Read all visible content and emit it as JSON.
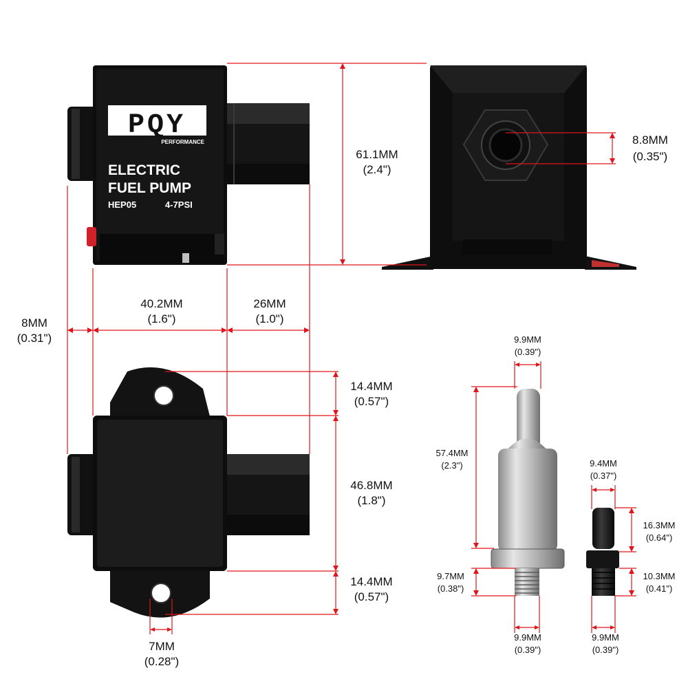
{
  "product": {
    "brand": "PQY",
    "brand_sub": "PERFORMANCE",
    "title_line1": "ELECTRIC",
    "title_line2": "FUEL PUMP",
    "model": "HEP05",
    "pressure": "4-7PSI"
  },
  "dimensions": {
    "height": {
      "mm": "61.1MM",
      "in": "(2.4\")"
    },
    "outlet": {
      "mm": "8.8MM",
      "in": "(0.35\")"
    },
    "body_len": {
      "mm": "40.2MM",
      "in": "(1.6\")"
    },
    "hex_len": {
      "mm": "26MM",
      "in": "(1.0\")"
    },
    "side_offset": {
      "mm": "8MM",
      "in": "(0.31\")"
    },
    "ear_top": {
      "mm": "14.4MM",
      "in": "(0.57\")"
    },
    "body_width": {
      "mm": "46.8MM",
      "in": "(1.8\")"
    },
    "ear_bottom": {
      "mm": "14.4MM",
      "in": "(0.57\")"
    },
    "hole": {
      "mm": "7MM",
      "in": "(0.28\")"
    },
    "filter_tip": {
      "mm": "9.9MM",
      "in": "(0.39\")"
    },
    "filter_len": {
      "mm": "57.4MM",
      "in": "(2.3\")"
    },
    "filter_thread_len": {
      "mm": "9.7MM",
      "in": "(0.38\")"
    },
    "filter_thread_dia": {
      "mm": "9.9MM",
      "in": "(0.39\")"
    },
    "barb_dia": {
      "mm": "9.4MM",
      "in": "(0.37\")"
    },
    "barb_len": {
      "mm": "16.3MM",
      "in": "(0.64\")"
    },
    "barb_thread_len": {
      "mm": "10.3MM",
      "in": "(0.41\")"
    },
    "barb_thread_dia": {
      "mm": "9.9MM",
      "in": "(0.39\")"
    }
  }
}
